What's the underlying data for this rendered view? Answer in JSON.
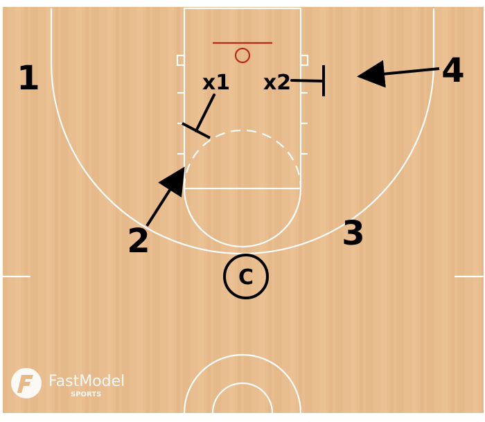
{
  "players": {
    "p1": "1",
    "p2": "2",
    "p3": "3",
    "p4": "4",
    "coach": "C"
  },
  "defenders": {
    "x1": "x1",
    "x2": "x2"
  },
  "watermark": {
    "brand": "FastModel",
    "sub": "SPORTS"
  },
  "colors": {
    "court": "#e6b98a",
    "lines": "#ffffff",
    "rim": "#b8291b",
    "ink": "#000000"
  }
}
